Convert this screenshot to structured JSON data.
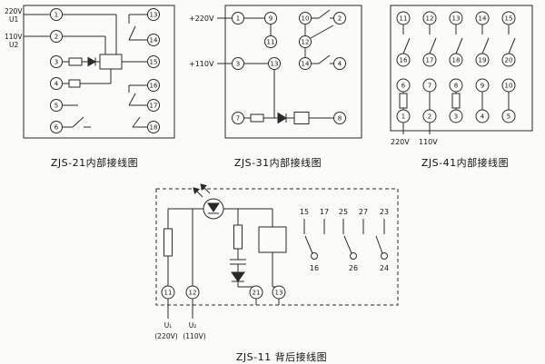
{
  "captions": {
    "zjs21": "ZJS-21内部接线图",
    "zjs31": "ZJS-31内部接线图",
    "zjs41": "ZJS-41内部接线图",
    "zjs11": "ZJS-11 背后接线图"
  },
  "zjs21": {
    "voltage_labels": {
      "v1": "220V",
      "u1": "U1",
      "v2": "110V",
      "u2": "U2"
    },
    "left_terminals": [
      "1",
      "2",
      "3",
      "4",
      "5",
      "6"
    ],
    "right_terminals": [
      "13",
      "14",
      "15",
      "16",
      "17",
      "18"
    ]
  },
  "zjs31": {
    "voltage_labels": {
      "v220": "+220V",
      "v110": "+110V"
    },
    "row1": [
      "1",
      "9",
      "10",
      "2"
    ],
    "row2": [
      "11",
      "12"
    ],
    "row3": [
      "3",
      "13",
      "14",
      "4"
    ],
    "row4": [
      "7",
      "8"
    ]
  },
  "zjs41": {
    "row1": [
      "11",
      "12",
      "13",
      "14",
      "15"
    ],
    "row2": [
      "16",
      "17",
      "18",
      "19",
      "20"
    ],
    "row3": [
      "6",
      "7",
      "8",
      "9",
      "10"
    ],
    "row4": [
      "1",
      "2",
      "3",
      "4",
      "5"
    ],
    "voltage_labels": {
      "v220": "220V",
      "v110": "110V"
    }
  },
  "zjs11": {
    "bottom_terminals": [
      "11",
      "12",
      "21",
      "13"
    ],
    "contact_top": [
      "15",
      "17",
      "25",
      "27",
      "23"
    ],
    "contact_bottom": [
      "16",
      "26",
      "24"
    ],
    "u_labels": {
      "u1": "U₁",
      "u1v": "(220V)",
      "u2": "U₂",
      "u2v": "(110V)"
    }
  },
  "colors": {
    "line": "#2a2a2a",
    "background": "#fbfbf9"
  }
}
